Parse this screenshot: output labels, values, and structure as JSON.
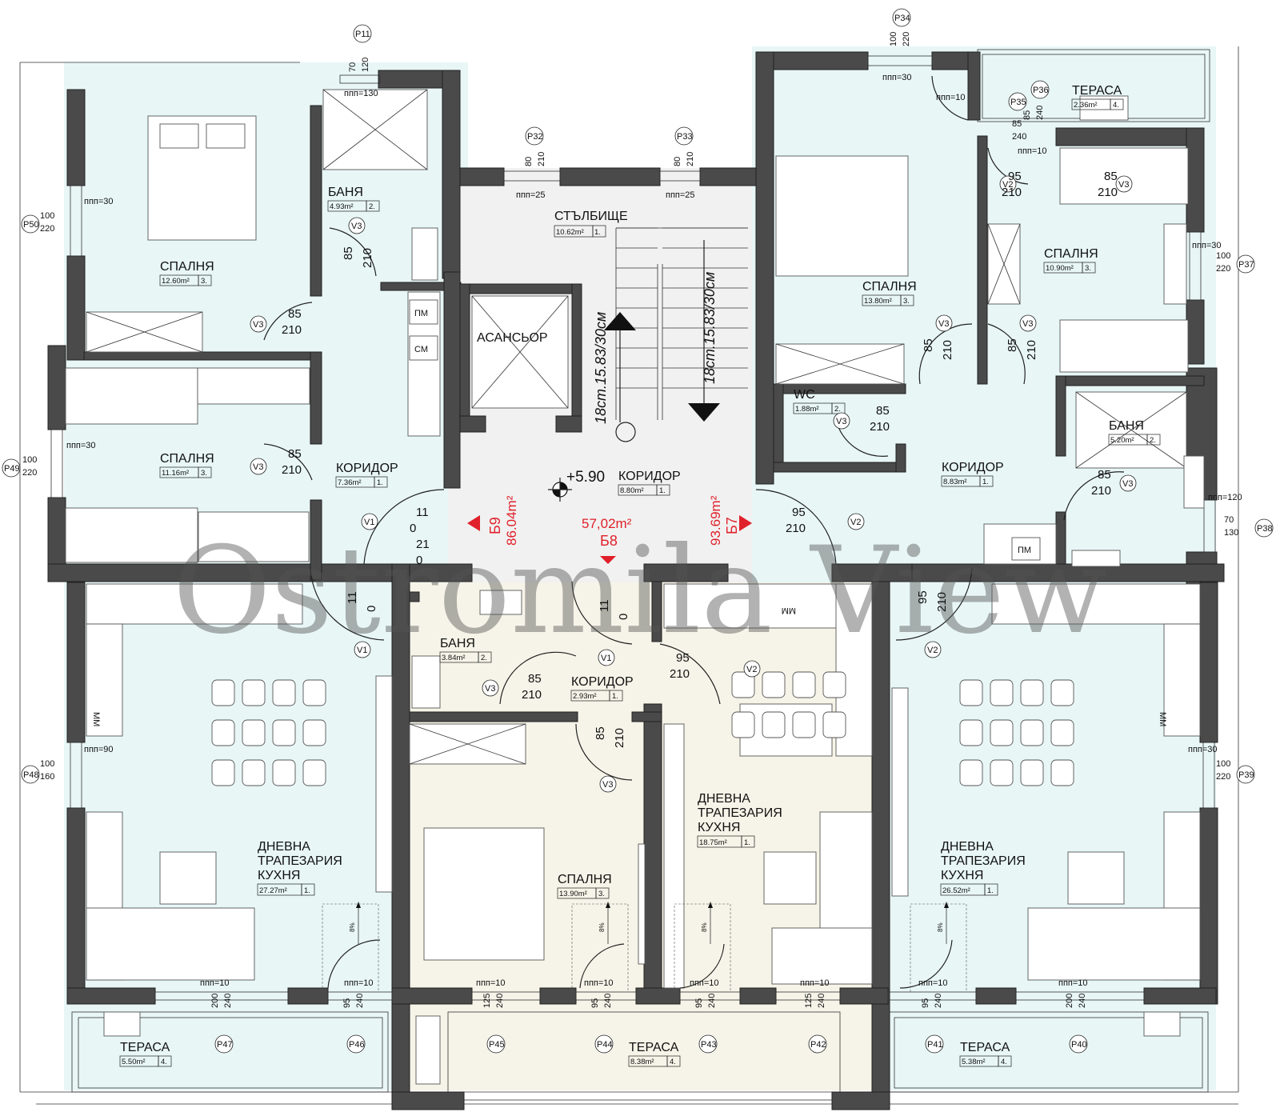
{
  "watermark": "Ostromila View",
  "elevation": "+5.90",
  "apartments": [
    {
      "code": "Б9",
      "area": "86.04m²"
    },
    {
      "code": "Б8",
      "area": "57,02m²"
    },
    {
      "code": "Б7",
      "area": "93.69m²"
    }
  ],
  "stairs": {
    "label": "СТЪЛБИЩЕ",
    "area": "10.62m²",
    "cat": "1.",
    "step_note": "18ст.15.83/30см"
  },
  "elevator": "АСАНСЬОР",
  "rooms": [
    {
      "id": "b9-bed1",
      "name": "СПАЛНЯ",
      "area": "12.60m²",
      "cat": "3."
    },
    {
      "id": "b9-bath",
      "name": "БАНЯ",
      "area": "4.93m²",
      "cat": "2."
    },
    {
      "id": "b9-bed2",
      "name": "СПАЛНЯ",
      "area": "11.16m²",
      "cat": "3."
    },
    {
      "id": "b9-corr",
      "name": "КОРИДОР",
      "area": "7.36m²",
      "cat": "1."
    },
    {
      "id": "hall",
      "name": "КОРИДОР",
      "area": "8.80m²",
      "cat": "1."
    },
    {
      "id": "b7-bed1",
      "name": "СПАЛНЯ",
      "area": "13.80m²",
      "cat": "3."
    },
    {
      "id": "b7-bed2",
      "name": "СПАЛНЯ",
      "area": "10.90m²",
      "cat": "3."
    },
    {
      "id": "b7-terr-top",
      "name": "ТЕРАСА",
      "area": "2.36m²",
      "cat": "4."
    },
    {
      "id": "b7-wc",
      "name": "WC",
      "area": "1.88m²",
      "cat": "2."
    },
    {
      "id": "b7-corr",
      "name": "КОРИДОР",
      "area": "8.83m²",
      "cat": "1."
    },
    {
      "id": "b7-bath",
      "name": "БАНЯ",
      "area": "5.20m²",
      "cat": "2."
    },
    {
      "id": "b8-bath",
      "name": "БАНЯ",
      "area": "3.84m²",
      "cat": "2."
    },
    {
      "id": "b8-corr",
      "name": "КОРИДОР",
      "area": "2.93m²",
      "cat": "1."
    },
    {
      "id": "b8-bed",
      "name": "СПАЛНЯ",
      "area": "13.90m²",
      "cat": "3."
    },
    {
      "id": "b9-terr",
      "name": "ТЕРАСА",
      "area": "5.50m²",
      "cat": "4."
    },
    {
      "id": "b8-terr",
      "name": "ТЕРАСА",
      "area": "8.38m²",
      "cat": "4."
    },
    {
      "id": "b7-terr",
      "name": "ТЕРАСА",
      "area": "5.38m²",
      "cat": "4."
    }
  ],
  "living": [
    {
      "l1": "ДНЕВНА",
      "l2": "ТРАПЕЗАРИЯ",
      "l3": "КУХНЯ",
      "area": "27.27m²",
      "cat": "1."
    },
    {
      "l1": "ДНЕВНА",
      "l2": "ТРАПЕЗАРИЯ",
      "l3": "КУХНЯ",
      "area": "18.75m²",
      "cat": "1."
    },
    {
      "l1": "ДНЕВНА",
      "l2": "ТРАПЕЗАРИЯ",
      "l3": "КУХНЯ",
      "area": "26.52m²",
      "cat": "1."
    }
  ],
  "doors": [
    {
      "tag": "V3",
      "w": "85",
      "h": "210"
    },
    {
      "tag": "V3",
      "w": "85",
      "h": "210"
    },
    {
      "tag": "V3",
      "w": "85",
      "h": "210"
    },
    {
      "tag": "V1",
      "w": "11",
      "h": "0",
      "w2": "21",
      "h2": "0"
    },
    {
      "tag": "V1",
      "w": "11",
      "h": "0",
      "w2": "21",
      "h2": "0"
    },
    {
      "tag": "V2",
      "w": "95",
      "h": "210"
    },
    {
      "tag": "V2",
      "w": "95",
      "h": "210"
    },
    {
      "tag": "V3",
      "w": "85",
      "h": "210"
    },
    {
      "tag": "V3",
      "w": "85",
      "h": "210"
    },
    {
      "tag": "V3",
      "w": "85",
      "h": "210"
    },
    {
      "tag": "V3",
      "w": "85",
      "h": "210"
    },
    {
      "tag": "V1",
      "w": "11",
      "h": "0",
      "w2": "21",
      "h2": "0"
    },
    {
      "tag": "V3",
      "w": "85",
      "h": "210"
    },
    {
      "tag": "V2",
      "w": "95",
      "h": "210"
    },
    {
      "tag": "V3",
      "w": "85",
      "h": "210"
    },
    {
      "tag": "V3",
      "w": "85",
      "h": "210"
    },
    {
      "tag": "V2",
      "w": "95",
      "h": "210"
    }
  ],
  "windows": [
    {
      "tag": "P11",
      "w": "70",
      "h": "120",
      "sill": "ппп=130"
    },
    {
      "tag": "P32",
      "w": "80",
      "h": "210",
      "sill": "ппп=25"
    },
    {
      "tag": "P33",
      "w": "80",
      "h": "210",
      "sill": "ппп=25"
    },
    {
      "tag": "P34",
      "w": "100",
      "h": "220",
      "sill": "ппп=30"
    },
    {
      "tag": "P35",
      "w": "85",
      "h": "240",
      "sill": "ппп=10"
    },
    {
      "tag": "P36",
      "w": "85",
      "h": "240",
      "sill": "ппп=10"
    },
    {
      "tag": "P37",
      "w": "100",
      "h": "220",
      "sill": "ппп=30"
    },
    {
      "tag": "P38",
      "w": "70",
      "h": "130",
      "sill": "ппп=120"
    },
    {
      "tag": "P39",
      "w": "100",
      "h": "220",
      "sill": "ппп=30"
    },
    {
      "tag": "P50",
      "w": "100",
      "h": "220",
      "sill": "ппп=30"
    },
    {
      "tag": "P49",
      "w": "100",
      "h": "220",
      "sill": "ппп=30"
    },
    {
      "tag": "P48",
      "w": "100",
      "h": "160",
      "sill": "ппп=90"
    },
    {
      "tag": "P47",
      "w": "200",
      "h": "240",
      "sill": "ппп=10"
    },
    {
      "tag": "P46",
      "w": "95",
      "h": "240",
      "sill": "ппп=10"
    },
    {
      "tag": "P45",
      "w": "125",
      "h": "240",
      "sill": "ппп=10"
    },
    {
      "tag": "P44",
      "w": "95",
      "h": "240",
      "sill": "ппп=10"
    },
    {
      "tag": "P43",
      "w": "95",
      "h": "240",
      "sill": "ппп=10"
    },
    {
      "tag": "P42",
      "w": "125",
      "h": "240",
      "sill": "ппп=10"
    },
    {
      "tag": "P41",
      "w": "95",
      "h": "240",
      "sill": "ппп=10"
    },
    {
      "tag": "P40",
      "w": "200",
      "h": "240",
      "sill": "ппп=10"
    }
  ],
  "appliances": {
    "washer": "СМ",
    "dishwasher": "ПМ",
    "dishwasher_rot": "ММ"
  },
  "slope": "8%"
}
